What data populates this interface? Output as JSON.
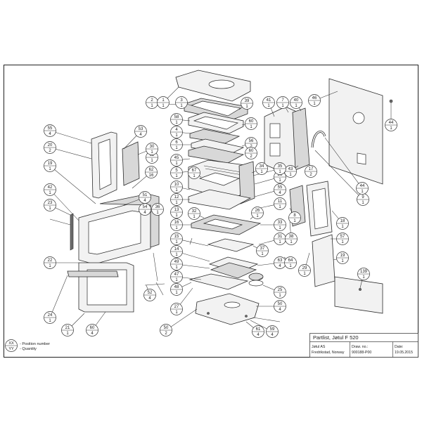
{
  "title_block": {
    "title": "Partlist, Jøtul F 520",
    "company": "Jøtul AS",
    "location": "Fredrikstad, Norway",
    "draw_no_label": "Draw. no.:",
    "draw_no": "900188-P00",
    "date_label": "Date:",
    "date": "19.05.2015"
  },
  "legend": {
    "top": "XX",
    "bottom": "YY",
    "position_label": "- Position number",
    "quantity_label": "- Quantity"
  },
  "balloons": [
    {
      "p": "2",
      "q": "1"
    },
    {
      "p": "1",
      "q": "1"
    },
    {
      "p": "3",
      "q": "1"
    },
    {
      "p": "58",
      "q": "1"
    },
    {
      "p": "39",
      "q": "1"
    },
    {
      "p": "41",
      "q": "1"
    },
    {
      "p": "7",
      "q": "1"
    },
    {
      "p": "40",
      "q": "1"
    },
    {
      "p": "46",
      "q": "1"
    },
    {
      "p": "62",
      "q": "1"
    },
    {
      "p": "4",
      "q": "1"
    },
    {
      "p": "6",
      "q": "1"
    },
    {
      "p": "45",
      "q": "1"
    },
    {
      "p": "5",
      "q": "1"
    },
    {
      "p": "60",
      "q": "1"
    },
    {
      "p": "56",
      "q": "2"
    },
    {
      "p": "60",
      "q": "2"
    },
    {
      "p": "55",
      "q": "4"
    },
    {
      "p": "53",
      "q": "4"
    },
    {
      "p": "30",
      "q": "1"
    },
    {
      "p": "20",
      "q": "2"
    },
    {
      "p": "19",
      "q": "1"
    },
    {
      "p": "62",
      "q": "16"
    },
    {
      "p": "42",
      "q": "1"
    },
    {
      "p": "23",
      "q": "1"
    },
    {
      "p": "51",
      "q": "4"
    },
    {
      "p": "10",
      "q": "1"
    },
    {
      "p": "67",
      "q": "1"
    },
    {
      "p": "34",
      "q": "1"
    },
    {
      "p": "12",
      "q": "1"
    },
    {
      "p": "13",
      "q": "1"
    },
    {
      "p": "32",
      "q": "1"
    },
    {
      "p": "55",
      "q": "4"
    },
    {
      "p": "54",
      "q": "4"
    },
    {
      "p": "36",
      "q": "1"
    },
    {
      "p": "26",
      "q": "1"
    },
    {
      "p": "16",
      "q": "1"
    },
    {
      "p": "15",
      "q": "1"
    },
    {
      "p": "11",
      "q": "1"
    },
    {
      "p": "33",
      "q": "1"
    },
    {
      "p": "31",
      "q": "1"
    },
    {
      "p": "14",
      "q": "1"
    },
    {
      "p": "8",
      "q": "1"
    },
    {
      "p": "38",
      "q": "1"
    },
    {
      "p": "28",
      "q": "1"
    },
    {
      "p": "37",
      "q": "1"
    },
    {
      "p": "43",
      "q": "1"
    },
    {
      "p": "63",
      "q": "4"
    },
    {
      "p": "64",
      "q": "1"
    },
    {
      "p": "17",
      "q": "2"
    },
    {
      "p": "9",
      "q": "1"
    },
    {
      "p": "44",
      "q": "1"
    },
    {
      "p": "29",
      "q": "1"
    },
    {
      "p": "49",
      "q": "1"
    },
    {
      "p": "52",
      "q": "4"
    },
    {
      "p": "18",
      "q": "1"
    },
    {
      "p": "25",
      "q": "1"
    },
    {
      "p": "50",
      "q": "4"
    },
    {
      "p": "27",
      "q": "1"
    },
    {
      "p": "22",
      "q": "1"
    },
    {
      "p": "24",
      "q": "1"
    },
    {
      "p": "21",
      "q": "1"
    },
    {
      "p": "60",
      "q": "4"
    },
    {
      "p": "61",
      "q": "4"
    },
    {
      "p": "59",
      "q": "4"
    },
    {
      "p": "47",
      "q": "1"
    },
    {
      "p": "35",
      "q": "1"
    },
    {
      "p": "48",
      "q": "1"
    },
    {
      "p": "50",
      "q": "2"
    },
    {
      "p": "44",
      "q": "1"
    },
    {
      "p": "57",
      "q": "1"
    },
    {
      "p": "19",
      "q": "1"
    },
    {
      "p": "139",
      "q": "1"
    }
  ]
}
